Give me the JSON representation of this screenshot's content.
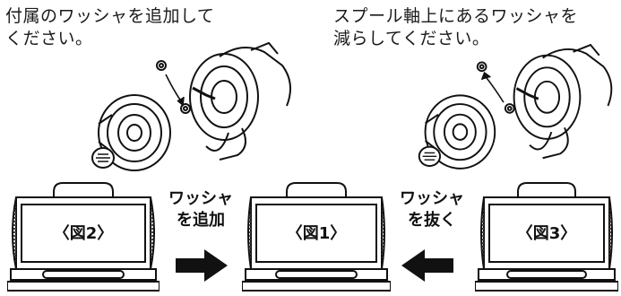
{
  "instructions": {
    "left": "付属のワッシャを追加して\nください。",
    "right": "スプール軸上にあるワッシャを\n減らしてください。"
  },
  "figures": {
    "fig1": "〈図1〉",
    "fig2": "〈図2〉",
    "fig3": "〈図3〉"
  },
  "arrows": {
    "add": "ワッシャ\nを追加",
    "remove": "ワッシャ\nを抜く"
  },
  "colors": {
    "line": "#111111",
    "fill": "#ffffff",
    "hatch": "#555555",
    "arrow": "#111111"
  }
}
